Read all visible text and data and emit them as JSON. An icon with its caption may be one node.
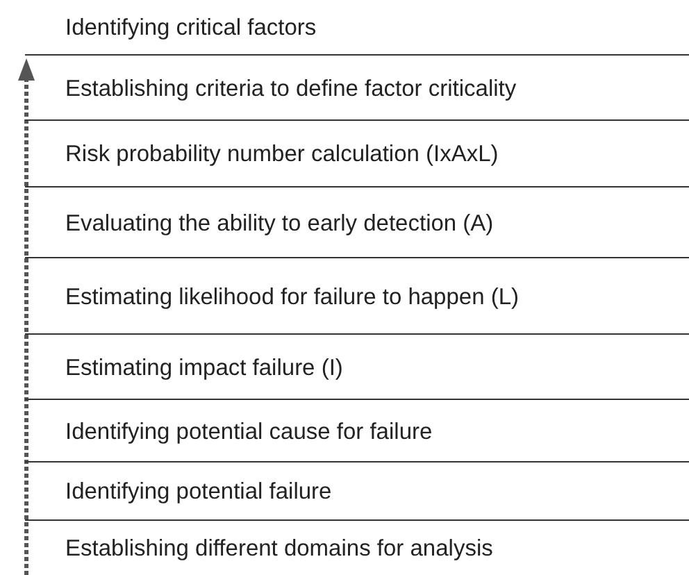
{
  "diagram": {
    "labels": [
      "Identifying critical factors",
      "Establishing criteria to define factor criticality",
      "Risk probability number calculation (IxAxL)",
      "Evaluating the ability to early detection (A)",
      "Estimating likelihood for failure to happen (L)",
      "Estimating impact failure (I)",
      "Identifying potential cause for failure",
      "Identifying potential failure",
      "Establishing different domains for analysis"
    ]
  }
}
